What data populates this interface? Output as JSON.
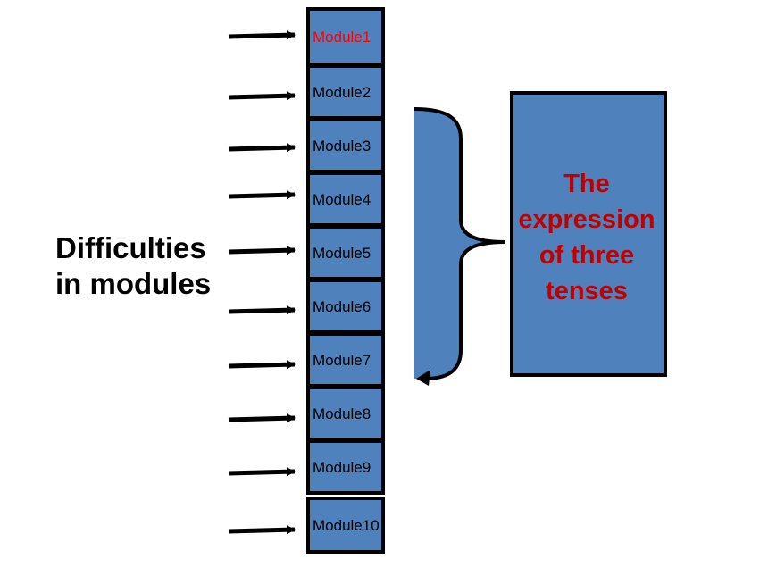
{
  "modules": [
    {
      "label": "Module1",
      "color": "#ff0000"
    },
    {
      "label": "Module2",
      "color": "#000000"
    },
    {
      "label": "Module3",
      "color": "#000000"
    },
    {
      "label": "Module4",
      "color": "#000000"
    },
    {
      "label": "Module5",
      "color": "#000000"
    },
    {
      "label": "Module6",
      "color": "#000000"
    },
    {
      "label": "Module7",
      "color": "#000000"
    },
    {
      "label": "Module8",
      "color": "#000000"
    },
    {
      "label": "Module9",
      "color": "#000000"
    },
    {
      "label": "Module10",
      "color": "#000000"
    }
  ],
  "left_label": {
    "line1": "Difficulties",
    "line2": "in modules"
  },
  "result_box": {
    "line1": "The",
    "line2": "expression",
    "line3": "of three",
    "line4": "tenses"
  },
  "colors": {
    "box_fill": "#4f81bd",
    "outline": "#000000",
    "result_text": "#c00000",
    "highlight_text": "#ff0000"
  }
}
